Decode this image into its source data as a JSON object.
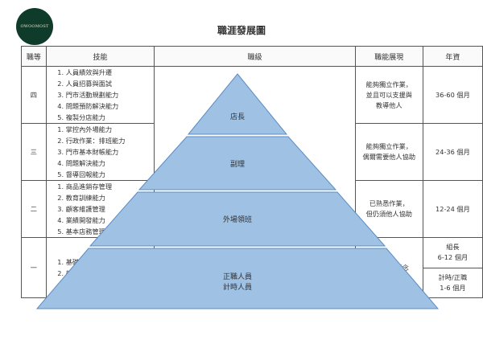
{
  "logo": {
    "text": "OWOOMOST"
  },
  "title": "職涯發展圖",
  "headers": {
    "level": "職等",
    "skills": "技能",
    "rank": "職級",
    "performance": "職能展現",
    "tenure": "年資"
  },
  "rows": [
    {
      "level": "四",
      "skills": [
        "人員績效與升遷",
        "人員招募與面試",
        "門市活動規劃能力",
        "問題預防解決能力",
        "複製分店能力"
      ],
      "rank": "店長",
      "performance": [
        "能夠獨立作業，",
        "並且可以支援與",
        "教導他人"
      ],
      "tenure": [
        "36-60 個月"
      ]
    },
    {
      "level": "三",
      "skills": [
        "掌控內外場能力",
        "行政作業：排班能力",
        "門市基本財帳能力",
        "問題解決能力",
        "督導回報能力"
      ],
      "rank": "副理",
      "performance": [
        "能夠獨立作業，",
        "偶爾需要他人協助"
      ],
      "tenure": [
        "24-36 個月"
      ]
    },
    {
      "level": "二",
      "skills": [
        "商品進銷存管理",
        "教育訓練能力",
        "顧客維護管理",
        "業績開發能力",
        "基本店務管理能力"
      ],
      "rank": "外場領班",
      "performance": [
        "已熟悉作業，",
        "但仍須他人協助"
      ],
      "tenure": [
        "12-24 個月"
      ]
    },
    {
      "level": "一",
      "skills": [
        "基礎服務技能",
        "新人訓練課程"
      ],
      "rank": [
        "正職人員",
        "計時人員"
      ],
      "performance": [
        "具備基礎概念"
      ],
      "tenure_split": [
        [
          "組長",
          "6-12 個月"
        ],
        [
          "計時/正職",
          "1-6 個月"
        ]
      ]
    }
  ],
  "colors": {
    "pyramid_fill": "#9ec1e4",
    "pyramid_stroke": "#5b8cc4",
    "logo_bg": "#0f3b2b"
  }
}
